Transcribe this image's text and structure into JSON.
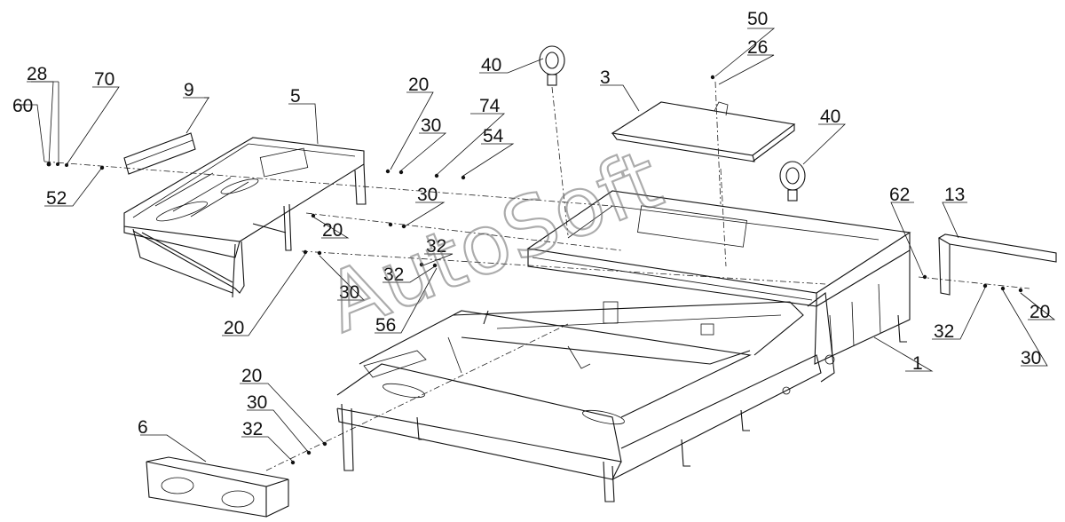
{
  "watermark": "AutoSoft",
  "callouts": [
    {
      "id": "c1",
      "text": "1"
    },
    {
      "id": "c3",
      "text": "3"
    },
    {
      "id": "c5",
      "text": "5"
    },
    {
      "id": "c6",
      "text": "6"
    },
    {
      "id": "c9",
      "text": "9"
    },
    {
      "id": "c13",
      "text": "13"
    },
    {
      "id": "c20a",
      "text": "20"
    },
    {
      "id": "c20b",
      "text": "20"
    },
    {
      "id": "c20c",
      "text": "20"
    },
    {
      "id": "c20d",
      "text": "20"
    },
    {
      "id": "c20e",
      "text": "20"
    },
    {
      "id": "c26",
      "text": "26"
    },
    {
      "id": "c28",
      "text": "28"
    },
    {
      "id": "c30a",
      "text": "30"
    },
    {
      "id": "c30b",
      "text": "30"
    },
    {
      "id": "c30c",
      "text": "30"
    },
    {
      "id": "c30d",
      "text": "30"
    },
    {
      "id": "c30e",
      "text": "30"
    },
    {
      "id": "c32a",
      "text": "32"
    },
    {
      "id": "c32b",
      "text": "32"
    },
    {
      "id": "c32c",
      "text": "32"
    },
    {
      "id": "c32d",
      "text": "32"
    },
    {
      "id": "c40a",
      "text": "40"
    },
    {
      "id": "c40b",
      "text": "40"
    },
    {
      "id": "c50",
      "text": "50"
    },
    {
      "id": "c52",
      "text": "52"
    },
    {
      "id": "c54",
      "text": "54"
    },
    {
      "id": "c56",
      "text": "56"
    },
    {
      "id": "c60",
      "text": "60"
    },
    {
      "id": "c62",
      "text": "62"
    },
    {
      "id": "c70",
      "text": "70"
    },
    {
      "id": "c74",
      "text": "74"
    }
  ]
}
